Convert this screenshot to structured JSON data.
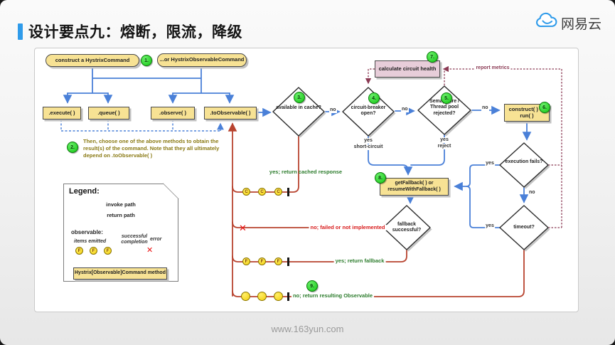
{
  "colors": {
    "accent_blue": "#2f9bea",
    "invoke_blue": "#4a80d8",
    "return_red": "#b8432f",
    "metrics_maroon": "#8b3a54",
    "node_yellow": "#f7e294",
    "health_pink": "#e7cdd9",
    "success_green": "#2e7d2e",
    "error_red": "#ea1010",
    "note_olive": "#8a7a14"
  },
  "header": {
    "title": "设计要点九：熔断，限流，降级",
    "logo": "网易云"
  },
  "footer": {
    "url": "www.163yun.com"
  },
  "flowchart": {
    "badges": [
      "1.",
      "2.",
      "3.",
      "4.",
      "5.",
      "6.",
      "7.",
      "8.",
      "9."
    ],
    "nodes": {
      "construct_command": "construct a HystrixCommand",
      "construct_observable": "...or HystrixObservableCommand",
      "execute": ".execute( )",
      "queue": ".queue( )",
      "observe": ".observe( )",
      "to_observable": ".toObservable( )",
      "cache_check": "available in cache?",
      "circuit_check": "circuit-breaker open?",
      "semaphore_check": "Semaphore / Thread pool rejected?",
      "construct_run": "construct( ) or run( )",
      "circuit_health": "calculate circuit health",
      "get_fallback": "getFallback( ) or resumeWithFallback( )",
      "fallback_check": "fallback successful?",
      "execution_fails": "execution fails?",
      "timeout_check": "timeout?"
    },
    "labels": {
      "no": "no",
      "yes": "yes",
      "short_circuit": "short-circuit",
      "reject": "reject",
      "report_metrics": "report metrics"
    },
    "note": "Then, choose one of the above methods to obtain the result(s) of the command. Note that they all ultimately depend on .toObservable( )",
    "returns": {
      "cached": "yes; return cached response",
      "failed": "no; failed or not implemented",
      "fallback": "yes; return fallback",
      "observable": "no; return resulting Observable"
    },
    "marbles": {
      "cached_letter": "C",
      "fallback_letter": "F",
      "x_glyph": "✕"
    }
  },
  "legend": {
    "title": "Legend:",
    "invoke_path": "invoke path",
    "return_path": "return path",
    "observable_heading": "observable:",
    "items_emitted": "items emitted",
    "successful_completion": "successful completion",
    "error": "error",
    "marble_letter": "F",
    "x_glyph": "✕",
    "method_box": "Hystrix[Observable]Command method"
  }
}
